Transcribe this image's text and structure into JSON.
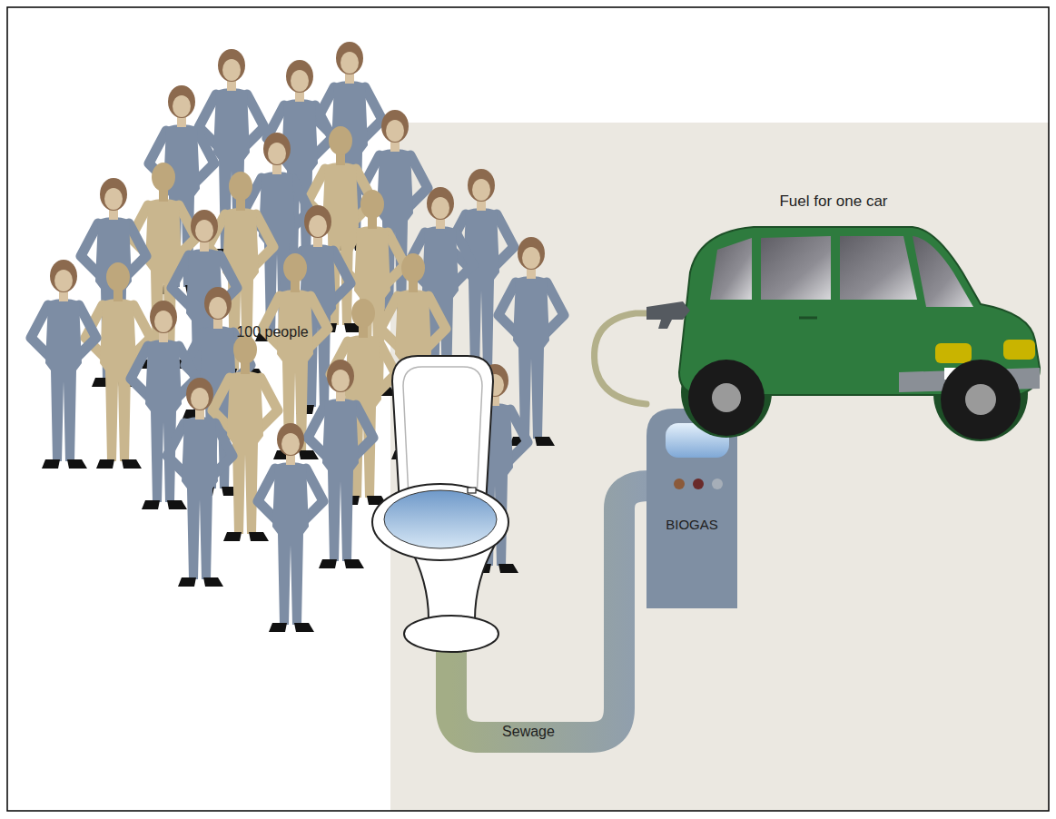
{
  "diagram": {
    "labels": [
      "Fuel for one car",
      "100 people",
      "BIOGAS",
      "Sewage"
    ]
  }
}
